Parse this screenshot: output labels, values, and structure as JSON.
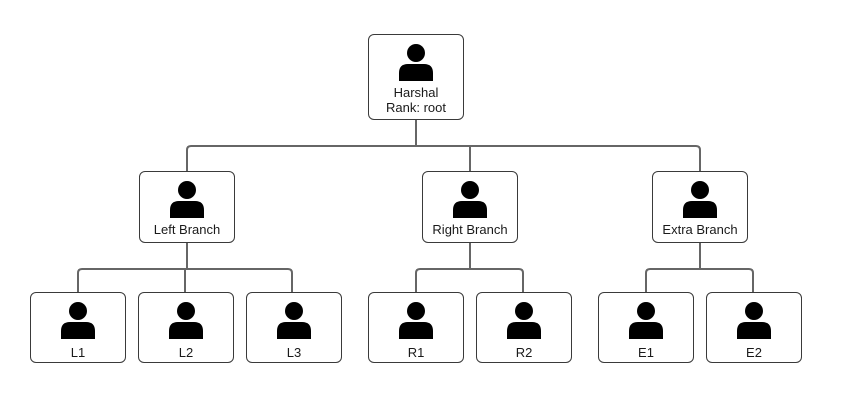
{
  "root": {
    "name": "Harshal",
    "rank": "Rank: root",
    "icon": "person-icon"
  },
  "branches": [
    {
      "label": "Left Branch",
      "children": [
        "L1",
        "L2",
        "L3"
      ]
    },
    {
      "label": "Right Branch",
      "children": [
        "R1",
        "R2"
      ]
    },
    {
      "label": "Extra Branch",
      "children": [
        "E1",
        "E2"
      ]
    }
  ],
  "colors": {
    "line": "#666666",
    "border": "#3a3a3a",
    "icon": "#000000"
  }
}
